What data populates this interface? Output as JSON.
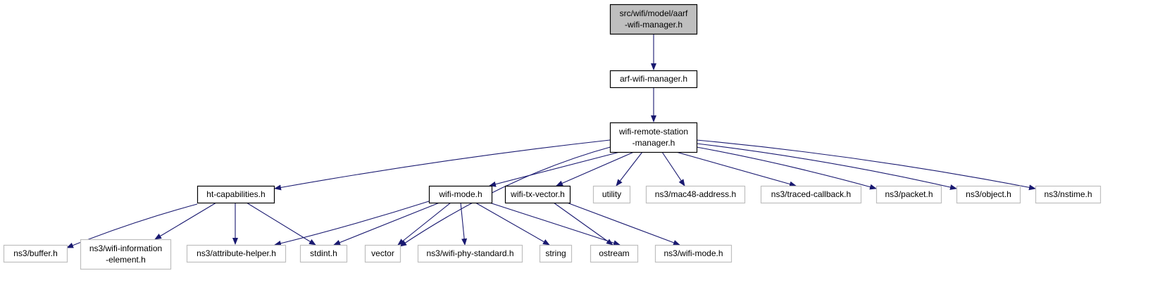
{
  "diagram": {
    "colors": {
      "edge": "#191970",
      "root_fill": "#bfbfbf",
      "documented_border": "#000000",
      "external_border": "#bfbfbf",
      "background": "#ffffff"
    },
    "nodes": [
      {
        "id": "aarf",
        "lines": [
          "src/wifi/model/aarf",
          "-wifi-manager.h"
        ],
        "kind": "root"
      },
      {
        "id": "arf",
        "lines": [
          "arf-wifi-manager.h"
        ],
        "kind": "documented"
      },
      {
        "id": "wrsm",
        "lines": [
          "wifi-remote-station",
          "-manager.h"
        ],
        "kind": "documented"
      },
      {
        "id": "ht",
        "lines": [
          "ht-capabilities.h"
        ],
        "kind": "documented"
      },
      {
        "id": "wmode",
        "lines": [
          "wifi-mode.h"
        ],
        "kind": "documented"
      },
      {
        "id": "wtx",
        "lines": [
          "wifi-tx-vector.h"
        ],
        "kind": "documented"
      },
      {
        "id": "utility",
        "lines": [
          "utility"
        ],
        "kind": "external"
      },
      {
        "id": "mac48",
        "lines": [
          "ns3/mac48-address.h"
        ],
        "kind": "external"
      },
      {
        "id": "traced",
        "lines": [
          "ns3/traced-callback.h"
        ],
        "kind": "external"
      },
      {
        "id": "packet",
        "lines": [
          "ns3/packet.h"
        ],
        "kind": "external"
      },
      {
        "id": "object",
        "lines": [
          "ns3/object.h"
        ],
        "kind": "external"
      },
      {
        "id": "nstime",
        "lines": [
          "ns3/nstime.h"
        ],
        "kind": "external"
      },
      {
        "id": "buffer",
        "lines": [
          "ns3/buffer.h"
        ],
        "kind": "external"
      },
      {
        "id": "wie",
        "lines": [
          "ns3/wifi-information",
          "-element.h"
        ],
        "kind": "external"
      },
      {
        "id": "attr",
        "lines": [
          "ns3/attribute-helper.h"
        ],
        "kind": "external"
      },
      {
        "id": "stdint",
        "lines": [
          "stdint.h"
        ],
        "kind": "external"
      },
      {
        "id": "vector",
        "lines": [
          "vector"
        ],
        "kind": "external"
      },
      {
        "id": "wps",
        "lines": [
          "ns3/wifi-phy-standard.h"
        ],
        "kind": "external"
      },
      {
        "id": "string",
        "lines": [
          "string"
        ],
        "kind": "external"
      },
      {
        "id": "ostream",
        "lines": [
          "ostream"
        ],
        "kind": "external"
      },
      {
        "id": "nswm",
        "lines": [
          "ns3/wifi-mode.h"
        ],
        "kind": "external"
      }
    ],
    "edges": [
      {
        "from": "aarf",
        "to": "arf"
      },
      {
        "from": "arf",
        "to": "wrsm"
      },
      {
        "from": "wrsm",
        "to": "ht"
      },
      {
        "from": "wrsm",
        "to": "vector"
      },
      {
        "from": "wrsm",
        "to": "wmode"
      },
      {
        "from": "wrsm",
        "to": "wtx"
      },
      {
        "from": "wrsm",
        "to": "utility"
      },
      {
        "from": "wrsm",
        "to": "mac48"
      },
      {
        "from": "wrsm",
        "to": "traced"
      },
      {
        "from": "wrsm",
        "to": "packet"
      },
      {
        "from": "wrsm",
        "to": "object"
      },
      {
        "from": "wrsm",
        "to": "nstime"
      },
      {
        "from": "ht",
        "to": "buffer"
      },
      {
        "from": "ht",
        "to": "wie"
      },
      {
        "from": "ht",
        "to": "attr"
      },
      {
        "from": "ht",
        "to": "stdint"
      },
      {
        "from": "wmode",
        "to": "attr"
      },
      {
        "from": "wmode",
        "to": "stdint"
      },
      {
        "from": "wmode",
        "to": "vector"
      },
      {
        "from": "wmode",
        "to": "wps"
      },
      {
        "from": "wmode",
        "to": "string"
      },
      {
        "from": "wmode",
        "to": "ostream"
      },
      {
        "from": "wtx",
        "to": "ostream"
      },
      {
        "from": "wtx",
        "to": "nswm"
      }
    ]
  }
}
